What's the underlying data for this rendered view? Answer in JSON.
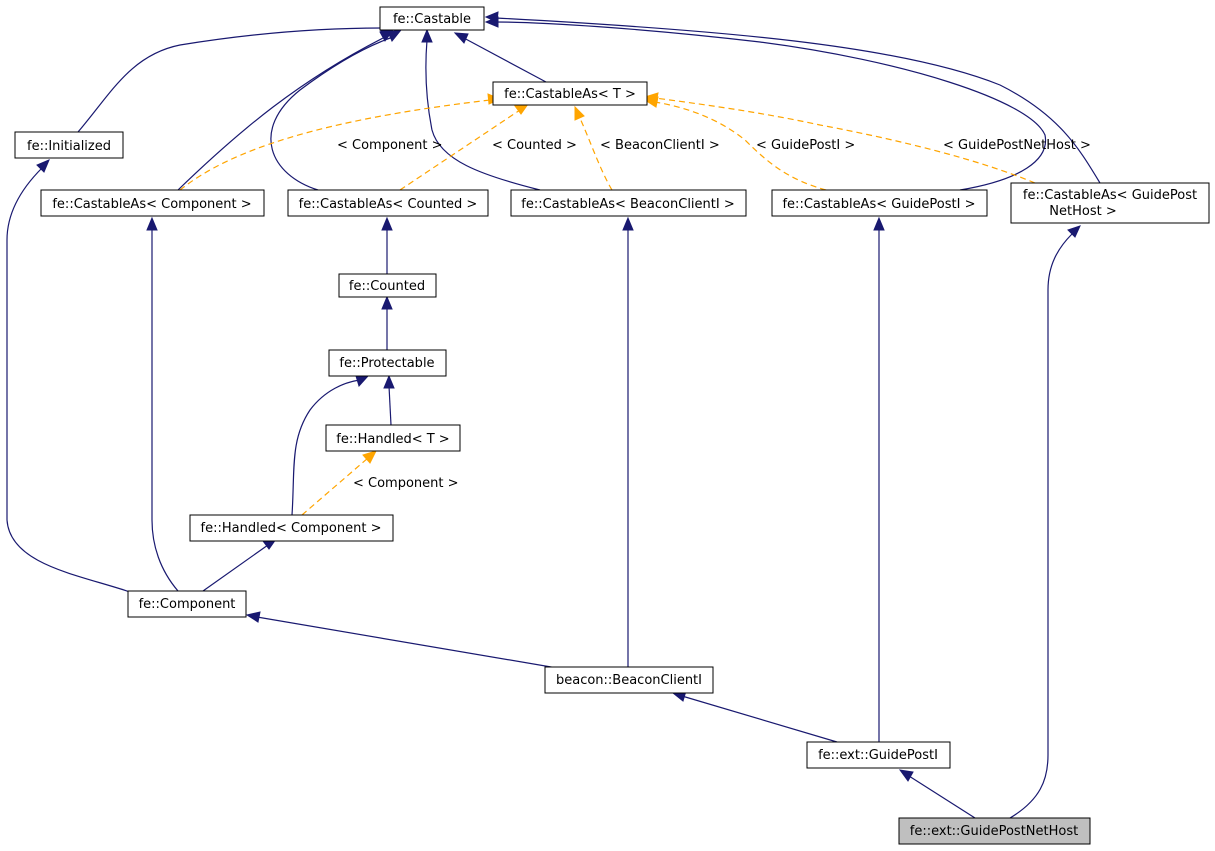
{
  "nodes": {
    "castable": "fe::Castable",
    "castable_as_t": "fe::CastableAs< T >",
    "initialized": "fe::Initialized",
    "castable_as_component": "fe::CastableAs< Component >",
    "castable_as_counted": "fe::CastableAs< Counted >",
    "castable_as_beacon": "fe::CastableAs< BeaconClientI >",
    "castable_as_guidepost": "fe::CastableAs< GuidePostI >",
    "castable_as_netHost_line1": "fe::CastableAs< GuidePost",
    "castable_as_netHost_line2": "NetHost >",
    "counted": "fe::Counted",
    "protectable": "fe::Protectable",
    "handled_t": "fe::Handled< T >",
    "handled_component": "fe::Handled< Component >",
    "component": "fe::Component",
    "beacon_client": "beacon::BeaconClientI",
    "guidepost": "fe::ext::GuidePostI",
    "guidepost_nethost": "fe::ext::GuidePostNetHost"
  },
  "edge_labels": {
    "component": "< Component >",
    "counted": "< Counted >",
    "beacon": "< BeaconClientI >",
    "guidepost": "< GuidePostI >",
    "nethost": "< GuidePostNetHost >",
    "handled_component": "< Component >"
  },
  "colors": {
    "inheritance_edge": "#191970",
    "template_edge": "#ffa500",
    "focus_node_fill": "#bfbfbf"
  }
}
